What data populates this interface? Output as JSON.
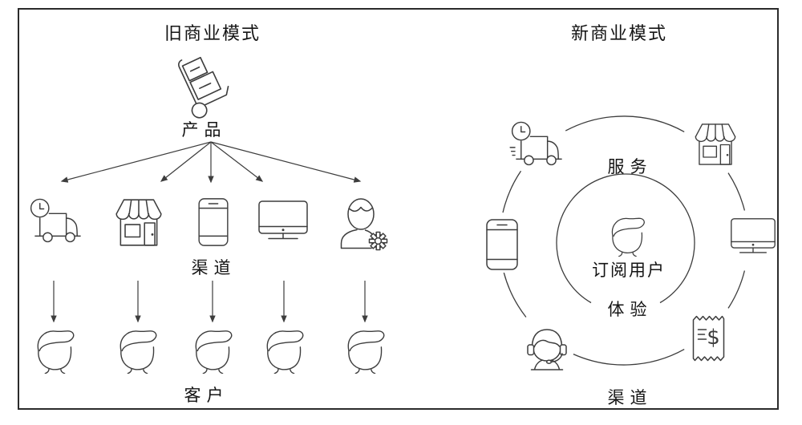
{
  "colors": {
    "stroke": "#3d3d3d",
    "text": "#141414",
    "frame": "#2b2b2b",
    "background": "#ffffff"
  },
  "left_panel": {
    "title": "旧商业模式",
    "product": {
      "label": "产品",
      "icon": "hand-truck-icon"
    },
    "channels": {
      "label": "渠道",
      "items": [
        {
          "icon": "delivery-truck-clock-icon"
        },
        {
          "icon": "storefront-icon"
        },
        {
          "icon": "smartphone-icon"
        },
        {
          "icon": "desktop-monitor-icon"
        },
        {
          "icon": "person-gear-icon"
        }
      ]
    },
    "customers": {
      "label": "客户",
      "count": 5,
      "icon": "person-head-icon"
    }
  },
  "right_panel": {
    "title": "新商业模式",
    "ring_labels": {
      "service": "服务",
      "experience": "体验",
      "channel": "渠道"
    },
    "center": {
      "label": "订阅用户",
      "icon": "person-head-icon"
    },
    "ring_icons": [
      "delivery-truck-clock-speed-icon",
      "storefront-icon",
      "smartphone-icon",
      "desktop-monitor-icon",
      "headset-agent-icon",
      "receipt-dollar-icon"
    ],
    "receipt_symbol": "$"
  }
}
